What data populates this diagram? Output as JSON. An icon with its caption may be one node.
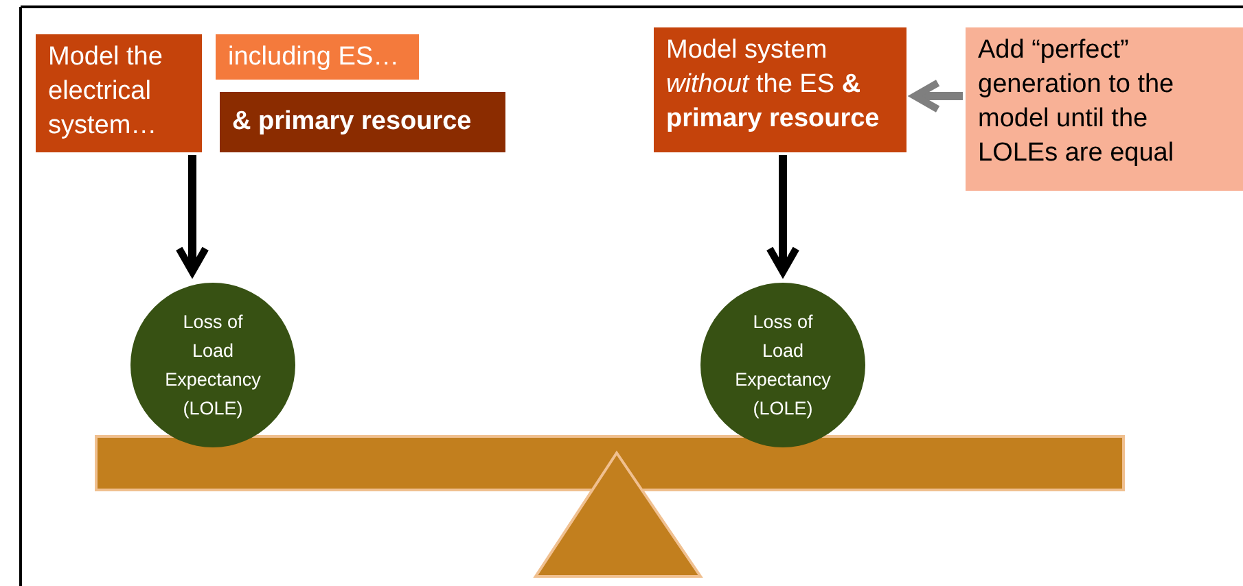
{
  "diagram": {
    "nodes": [
      {
        "text": [
          "Model the electrical system…"
        ]
      },
      {
        "text": [
          "including ES…"
        ]
      },
      {
        "text": [
          "& primary resource"
        ]
      },
      {
        "text": [
          "Model system *without* the ES **& primary resource**"
        ]
      },
      {
        "text": [
          "Add “perfect” generation to the model until the LOLEs are equal"
        ]
      },
      {
        "text": [
          "Loss of Load Expectancy (LOLE)"
        ]
      },
      {
        "text": [
          "Loss of Load Expectancy (LOLE)"
        ]
      }
    ],
    "edges": [
      {
        "from": 0,
        "to": 5,
        "arrow": "to"
      },
      {
        "from": 3,
        "to": 6,
        "arrow": "to"
      },
      {
        "from": 4,
        "to": 3,
        "arrow": "to",
        "color": "#7f7f7f"
      }
    ]
  }
}
